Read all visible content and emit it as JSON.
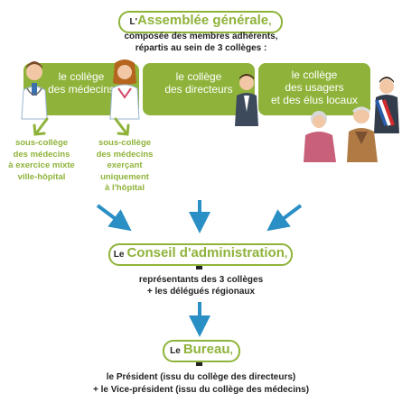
{
  "assembly": {
    "prefix": "L'",
    "title": "Assemblée générale",
    "suffix": ",",
    "line1": "composée des membres adhérents,",
    "line2": "répartis au sein de 3 collèges :"
  },
  "colleges": [
    {
      "line1": "le collège",
      "line2": "des médecins"
    },
    {
      "line1": "le collège",
      "line2": "des directeurs"
    },
    {
      "line1": "le collège",
      "line2": "des usagers",
      "line3": "et des élus locaux"
    }
  ],
  "subcolleges": [
    {
      "lines": [
        "sous-collège",
        "des médecins",
        "à exercice mixte",
        "ville-hôpital"
      ]
    },
    {
      "lines": [
        "sous-collège",
        "des médecins",
        "exerçant",
        "uniquement",
        "à l'hôpital"
      ]
    }
  ],
  "council": {
    "prefix": "Le",
    "title": "Conseil d'administration",
    "suffix": ",",
    "line1": "représentants des 3 collèges",
    "line2": "+ les délégués régionaux"
  },
  "bureau": {
    "prefix": "Le",
    "title": "Bureau",
    "suffix": ",",
    "line1": "le Président (issu du collège des directeurs)",
    "line2": "+ le Vice-président (issu du collège des médecins)"
  },
  "colors": {
    "green": "#8fb33a",
    "blue": "#2a8fc4",
    "text": "#222222"
  }
}
